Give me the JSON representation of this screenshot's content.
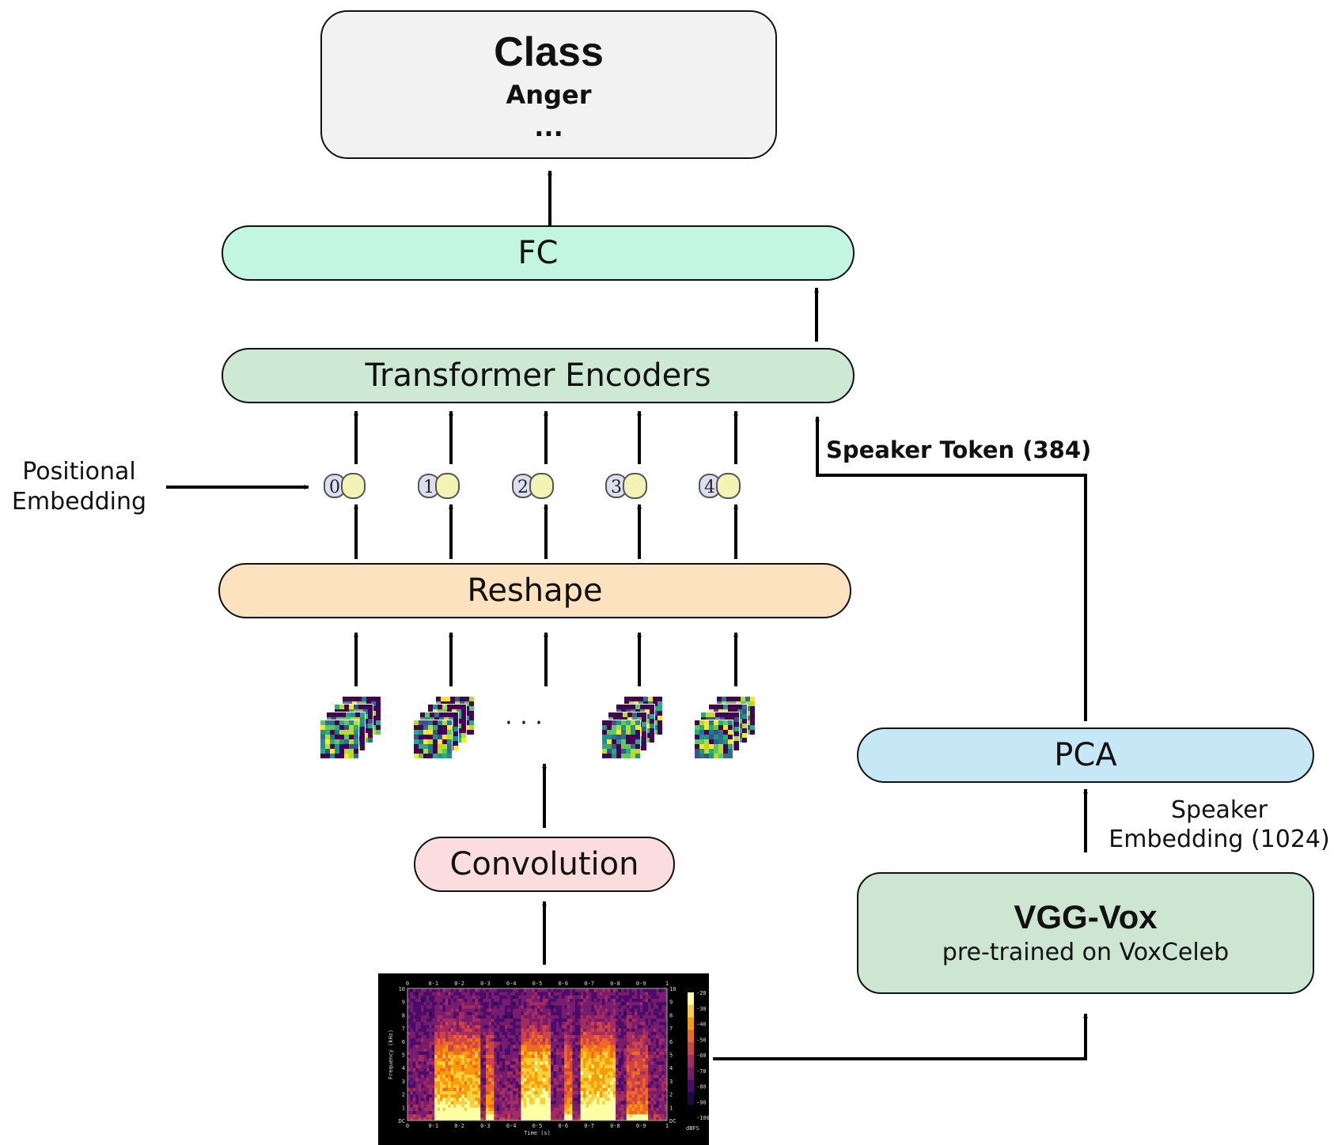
{
  "class_box": {
    "title": "Class",
    "item": "Anger",
    "more": "..."
  },
  "fc": {
    "label": "FC"
  },
  "transformer": {
    "label": "Transformer Encoders"
  },
  "reshape": {
    "label": "Reshape"
  },
  "convolution": {
    "label": "Convolution"
  },
  "pca": {
    "label": "PCA"
  },
  "vgg": {
    "title": "VGG-Vox",
    "subtitle": "pre-trained on VoxCeleb"
  },
  "positional_embedding": {
    "label": "Positional Embedding"
  },
  "speaker_token": {
    "label": "Speaker Token (384)"
  },
  "speaker_embedding": {
    "label": "Speaker Embedding (1024)"
  },
  "tokens": [
    "0",
    "1",
    "2",
    "3",
    "4"
  ],
  "patch_ellipsis": "· · ·",
  "spectrogram": {
    "x_ticks": [
      "0",
      "0·1",
      "0·2",
      "0·3",
      "0·4",
      "0·5",
      "0·6",
      "0·7",
      "0·8",
      "0·9",
      "1"
    ],
    "y_ticks": [
      "DC",
      "1",
      "2",
      "3",
      "4",
      "5",
      "6",
      "7",
      "8",
      "9",
      "10"
    ],
    "x_label": "Time (s)",
    "y_label": "Frequency (kHz)",
    "colorbar_ticks": [
      "-20",
      "-30",
      "-40",
      "-50",
      "-60",
      "-70",
      "-80",
      "-90",
      "-100"
    ],
    "colorbar_unit": "dBFS"
  },
  "colors": {
    "fc": "#c3f5e3",
    "transformer": "#cde8d3",
    "reshape": "#fde2bf",
    "convolution": "#fbdde0",
    "pca": "#c6e8f6",
    "vgg": "#cde6d1",
    "class": "#f2f2f2",
    "token_index": "#dcdff0",
    "token_value": "#f3f3b6"
  }
}
